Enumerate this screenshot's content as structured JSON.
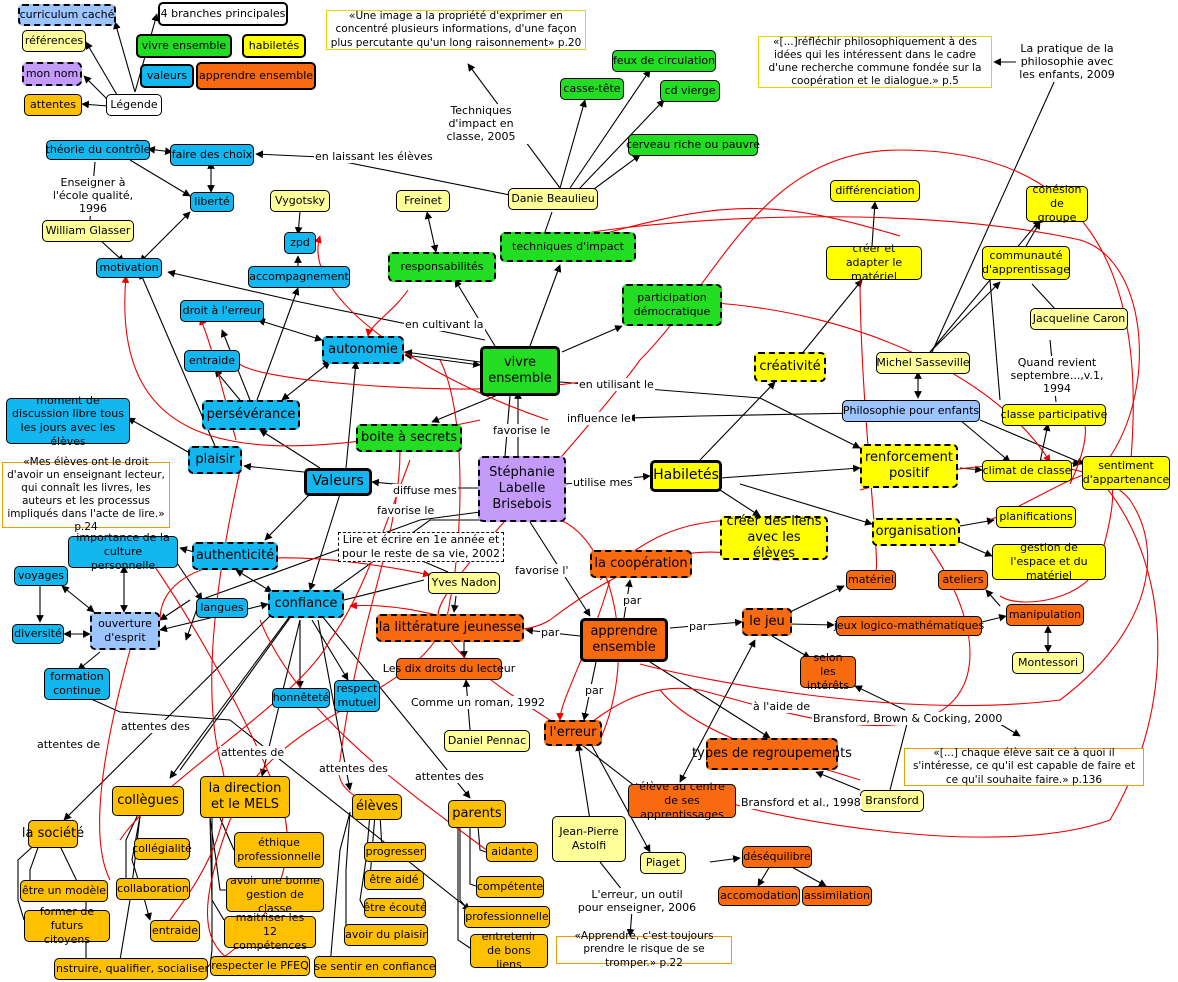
{
  "legend": {
    "curriculum": "curriculum caché",
    "branches": "4 branches principales",
    "references": "références",
    "mon_nom": "mon nom",
    "attentes": "attentes",
    "legende": "Légende",
    "vivre_ensemble": "vivre ensemble",
    "habiletes": "habiletés",
    "valeurs": "valeurs",
    "apprendre_ensemble": "apprendre ensemble"
  },
  "quotes": {
    "image": "«Une image a la propriété d'exprimer en concentré plusieurs informations, d'une façon plus percutante qu'un long raisonnement» p.20",
    "philo": "«[...]réfléchir philosophiquement à des idées qui les intéressent dans le cadre d'une recherche commune fondée sur la coopération et le dialogue.» p.5",
    "eleves_droit": "«Mes élèves ont le droit d'avoir un enseignant lecteur, qui connaît les livres, les auteurs et les processus impliqués dans l'acte de lire.» p.24",
    "lire_ecrire": "Lire et écrire en 1e année et pour le reste de sa vie, 2002",
    "chaque_eleve": "«[...] chaque élève sait ce à quoi il s'intéresse, ce qu'il est capable de faire et ce qu'il souhaite faire.» p.136",
    "apprendre_risque": "«Apprendre, c'est toujours prendre le risque de se tromper.» p.22"
  },
  "nodes": {
    "theorie_controle": "théorie du contrôle",
    "faire_choix": "faire des choix",
    "liberte": "liberté",
    "william_glasser": "William Glasser",
    "motivation": "motivation",
    "vygotsky": "Vygotsky",
    "zpd": "zpd",
    "accompagnement": "accompagnement",
    "freinet": "Freinet",
    "responsabilites": "responsabilités",
    "techniques_impact": "techniques d'impact",
    "danie_beaulieu": "Danie Beaulieu",
    "casse_tete": "casse-tête",
    "feux_circulation": "feux de circulation",
    "cd_vierge": "cd vierge",
    "cerveau": "cerveau riche ou pauvre",
    "participation": "participation démocratique",
    "droit_erreur": "droit à l'erreur",
    "autonomie": "autonomie",
    "vivre_ensemble": "vivre ensemble",
    "entraide": "entraide",
    "perseverance": "persévérance",
    "moment_discussion": "moment de discussion libre tous les jours avec les élèves",
    "boite_secrets": "boite à secrets",
    "plaisir": "plaisir",
    "valeurs": "Valeurs",
    "stephanie": "Stéphanie Labelle Brisebois",
    "habiletes": "Habiletés",
    "creativite": "créativité",
    "differenciation": "différenciation",
    "creer_adapter": "créer et adapter le matériel",
    "cohesion": "cohésion de groupe",
    "communaute": "communauté d'apprentissage",
    "jacqueline_caron": "Jacqueline Caron",
    "michel_sasseville": "Michel Sasseville",
    "philo_enfants": "Philosophie pour enfants",
    "classe_participative": "classe participative",
    "renforcement": "renforcement positif",
    "climat_classe": "climat de classe",
    "sentiment": "sentiment d'appartenance",
    "organisation": "organisation",
    "planifications": "planifications",
    "gestion_espace": "gestion de l'espace et du matériel",
    "creer_liens": "créer des liens avec les élèves",
    "importance_culture": "importance de la culture personnelle",
    "authenticite": "authenticité",
    "voyages": "voyages",
    "diversite": "diversité",
    "ouverture": "ouverture d'esprit",
    "langues": "langues",
    "confiance": "confiance",
    "formation": "formation continue",
    "honnetete": "honnêteté",
    "respect": "respect mutuel",
    "yves_nadon": "Yves Nadon",
    "cooperation": "la coopération",
    "litterature": "la littérature jeunesse",
    "dix_droits": "Les dix droits du lecteur",
    "daniel_pennac": "Daniel Pennac",
    "apprendre_ensemble": "apprendre ensemble",
    "le_jeu": "le jeu",
    "materiel": "matériel",
    "ateliers": "ateliers",
    "jeux_logico": "jeux logico-mathématiques",
    "manipulation": "manipulation",
    "montessori": "Montessori",
    "selon_interets": "selon les intérêts",
    "erreur": "l'erreur",
    "types_regroupements": "types de regroupements",
    "eleve_centre": "élève au centre de ses apprentissages",
    "bransford": "Bransford",
    "jean_pierre": "Jean-Pierre Astolfi",
    "piaget": "Piaget",
    "desequilibre": "déséquilibre",
    "accomodation": "accomodation",
    "assimilation": "assimilation",
    "la_societe": "la société",
    "etre_modele": "être un modèle",
    "former_citoyens": "former de futurs citoyens",
    "instruire": "instruire, qualifier, socialiser",
    "collegues": "collègues",
    "collegialite": "collégialité",
    "collaboration": "collaboration",
    "entraide2": "entraide",
    "direction": "la direction et le MELS",
    "ethique": "éthique professionnelle",
    "gestion_classe": "avoir une bonne gestion de classe",
    "competences": "maitriser les 12 compétences",
    "pfeq": "respecter le PFEQ",
    "eleves": "élèves",
    "progresser": "progresser",
    "etre_aide": "être aidé",
    "etre_ecoute": "être écouté",
    "avoir_plaisir": "avoir du plaisir",
    "sentir_confiance": "se sentir en confiance",
    "parents": "parents",
    "aidante": "aidante",
    "competente": "compétente",
    "professionnelle": "professionnelle",
    "entretenir": "entretenir de bons liens"
  },
  "labels": {
    "enseigner_ecole": "Enseigner à l'école qualité, 1996",
    "en_laissant": "en laissant les élèves",
    "techniques_2005": "Techniques d'impact en classe, 2005",
    "pratique_philo": "La pratique de la philosophie avec les enfants, 2009",
    "en_cultivant": "en cultivant la",
    "en_utilisant": "en utilisant le",
    "influence": "influence le",
    "quand_revient": "Quand revient septembre...,v.1, 1994",
    "favorise_le1": "favorise le",
    "utilise_mes": "utilise mes",
    "diffuse_mes": "diffuse mes",
    "favorise_le2": "favorise le",
    "favorise_l": "favorise l'",
    "par1": "par",
    "par2": "par",
    "par3": "par",
    "par4": "par",
    "comme_roman": "Comme un roman, 1992",
    "laide": "à l'aide de",
    "bransford_2000": "Bransford, Brown & Cocking, 2000",
    "bransford_1998": "Bransford et al., 1998",
    "erreur_outil": "L'erreur, un outil pour enseigner, 2006",
    "attentes_de1": "attentes de",
    "attentes_des1": "attentes des",
    "attentes_de2": "attentes de",
    "attentes_des2": "attentes des",
    "attentes_des3": "attentes des"
  }
}
